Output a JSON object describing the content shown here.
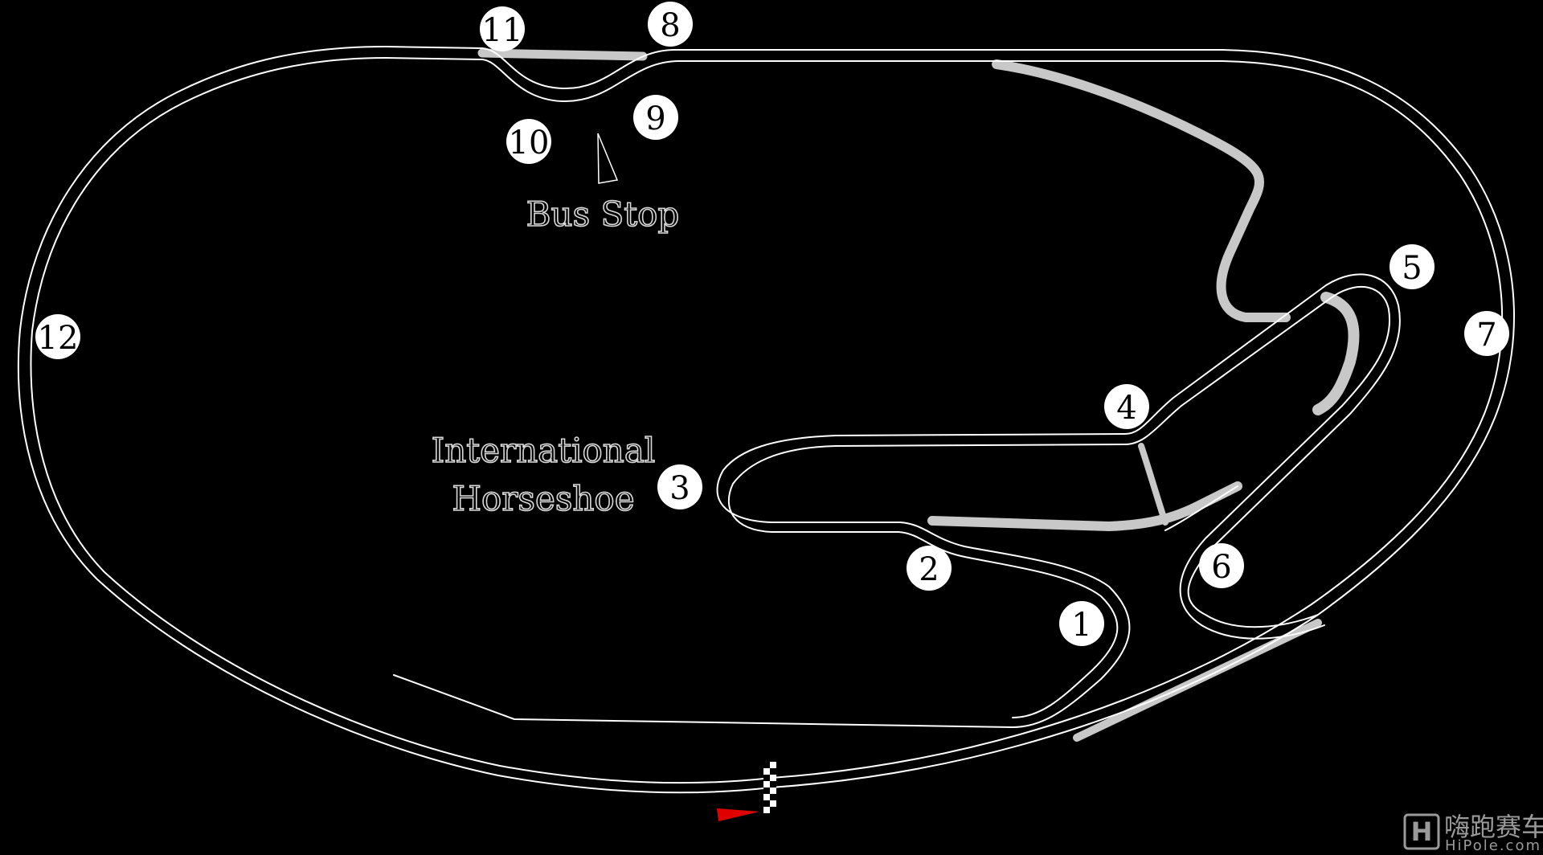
{
  "map": {
    "background": "#000000",
    "track_color": "#ffffff",
    "runoff_color": "#c8c8c8",
    "flag_color": "#e00000",
    "turns": [
      {
        "id": "1",
        "label": "1"
      },
      {
        "id": "2",
        "label": "2"
      },
      {
        "id": "3",
        "label": "3"
      },
      {
        "id": "4",
        "label": "4"
      },
      {
        "id": "5",
        "label": "5"
      },
      {
        "id": "6",
        "label": "6"
      },
      {
        "id": "7",
        "label": "7"
      },
      {
        "id": "8",
        "label": "8"
      },
      {
        "id": "9",
        "label": "9"
      },
      {
        "id": "10",
        "label": "10"
      },
      {
        "id": "11",
        "label": "11"
      },
      {
        "id": "12",
        "label": "12"
      }
    ],
    "sections": {
      "bus_stop": "Bus Stop",
      "horseshoe_line1": "International",
      "horseshoe_line2": "Horseshoe"
    },
    "icons": [
      "checkered-flag-icon",
      "start-direction-flag-icon",
      "hipole-logo-icon"
    ]
  },
  "watermark": {
    "logo_text": "H",
    "name_cn": "嗨跑赛车",
    "site": "HiPole.com"
  }
}
